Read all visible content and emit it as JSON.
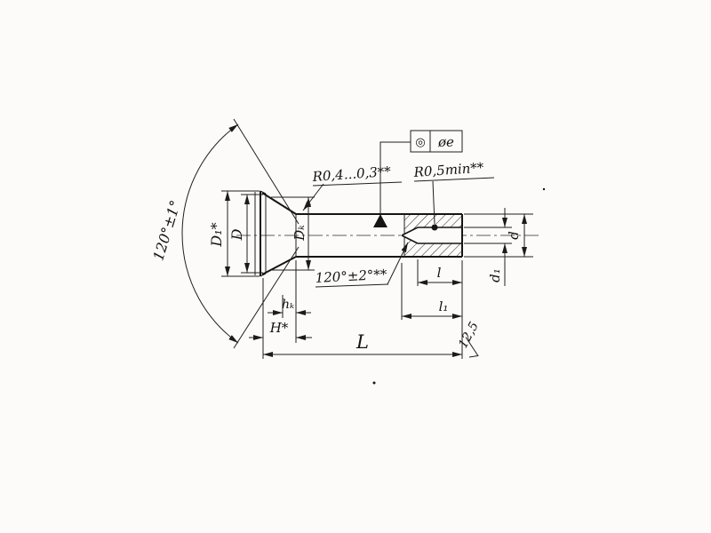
{
  "drawing": {
    "labels": {
      "head_angle": "120°±1°",
      "dia_sharp": "D₁*",
      "dia_head": "D",
      "dia_k": "Dₖ",
      "fillet_radius": "R0,4...0,3**",
      "hole_radius": "R0,5min**",
      "hole_angle": "120°±2°**",
      "head_height_k": "hₖ",
      "head_height": "H*",
      "length": "L",
      "hole_depth": "l",
      "hole_depth_full": "l₁",
      "dia_shaft": "d",
      "dia_hole": "d₁",
      "roughness": "12,5"
    },
    "tolerance_frame": {
      "symbol": "◎",
      "value": "øe"
    }
  }
}
